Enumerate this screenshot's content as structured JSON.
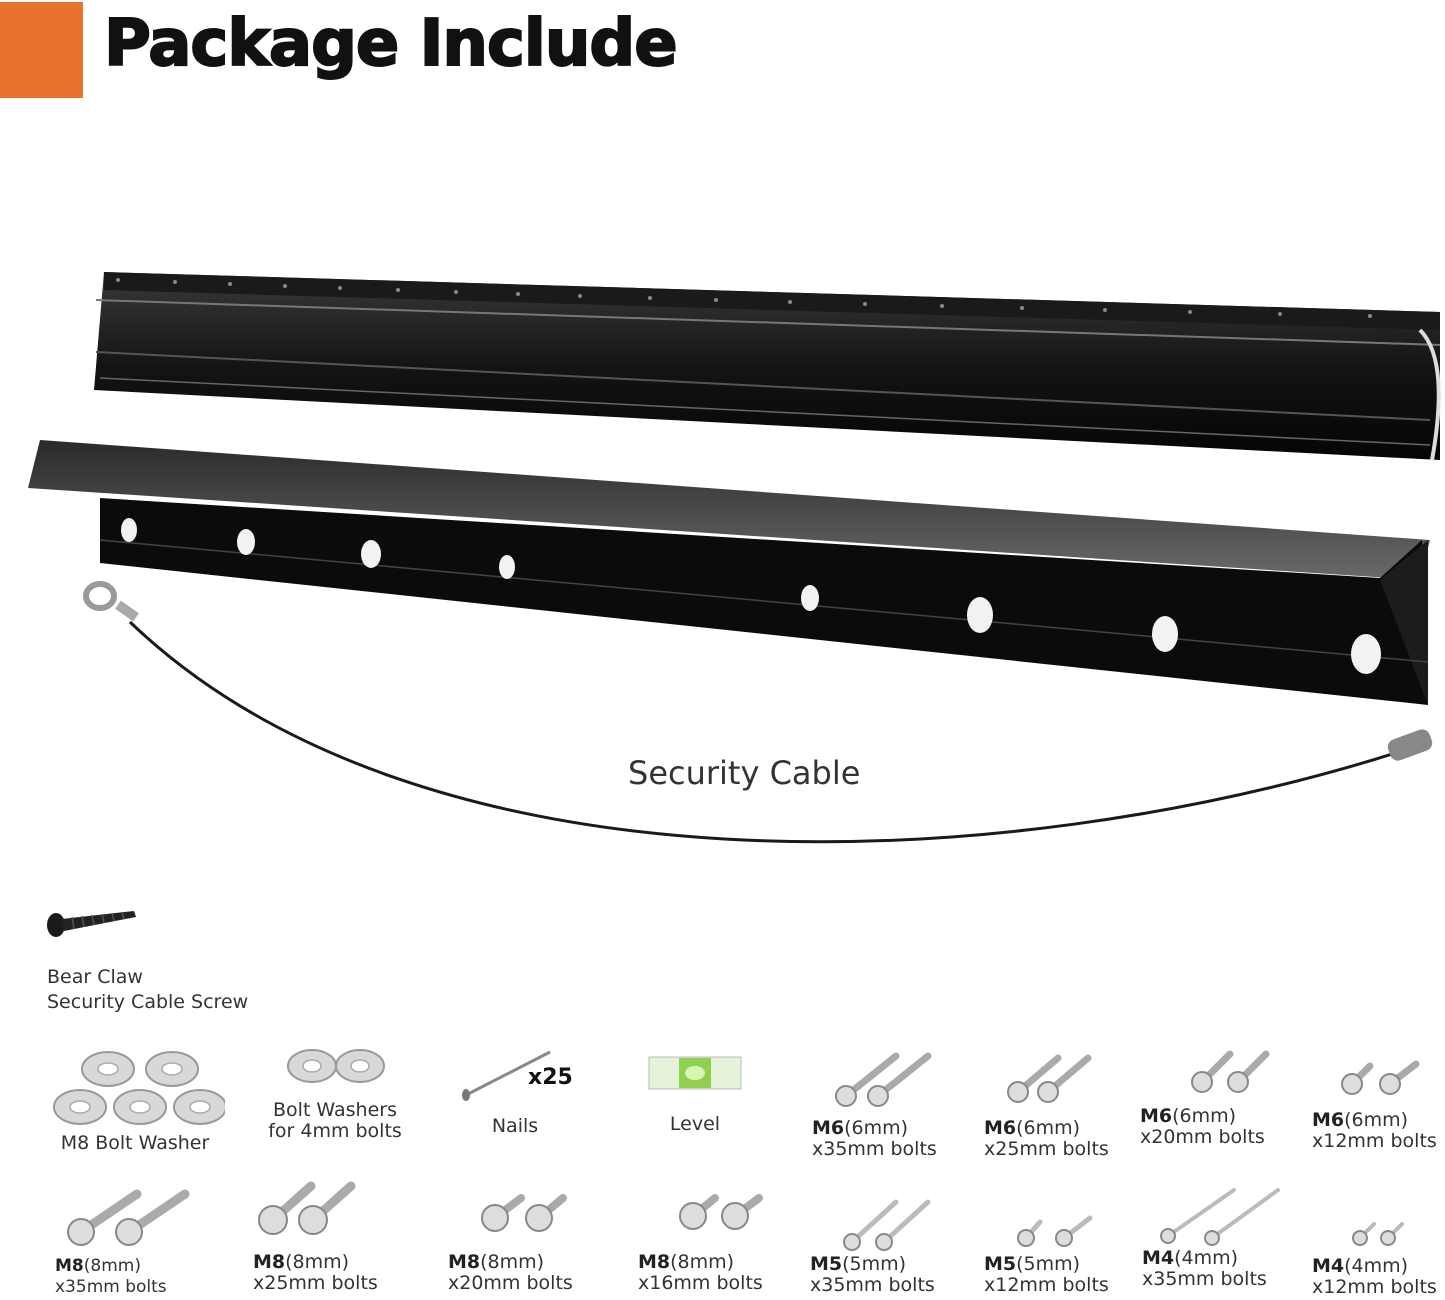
{
  "title": "Package Include",
  "accent_color": "#e8712e",
  "cable_label": "Security Cable",
  "screw": {
    "icon": "bear-claw-screw-icon",
    "line1": "Bear Claw",
    "line2": "Security Cable Screw"
  },
  "row1": [
    {
      "label": "M8 Bolt Washer",
      "icon": "washer-icon"
    },
    {
      "line1": "Bolt Washers",
      "line2": "for 4mm bolts",
      "icon": "washer-icon"
    },
    {
      "label": "Nails",
      "qty": "x25",
      "icon": "nail-icon"
    },
    {
      "label": "Level",
      "icon": "level-icon"
    },
    {
      "size": "M6",
      "mm": "(6mm)",
      "length": "x35mm bolts",
      "icon": "bolt-icon"
    },
    {
      "size": "M6",
      "mm": "(6mm)",
      "length": "x25mm bolts",
      "icon": "bolt-icon"
    },
    {
      "size": "M6",
      "mm": "(6mm)",
      "length": "x20mm bolts",
      "icon": "bolt-icon"
    },
    {
      "size": "M6",
      "mm": "(6mm)",
      "length": "x12mm bolts",
      "icon": "bolt-icon"
    }
  ],
  "row2": [
    {
      "size": "M8",
      "mm": "(8mm)",
      "length": "x35mm bolts"
    },
    {
      "size": "M8",
      "mm": "(8mm)",
      "length": "x25mm bolts"
    },
    {
      "size": "M8",
      "mm": "(8mm)",
      "length": "x20mm bolts"
    },
    {
      "size": "M8",
      "mm": "(8mm)",
      "length": "x16mm bolts"
    },
    {
      "size": "M5",
      "mm": "(5mm)",
      "length": "x35mm bolts"
    },
    {
      "size": "M5",
      "mm": "(5mm)",
      "length": "x12mm bolts"
    },
    {
      "size": "M4",
      "mm": "(4mm)",
      "length": "x35mm bolts"
    },
    {
      "size": "M4",
      "mm": "(4mm)",
      "length": "x12mm bolts"
    }
  ]
}
